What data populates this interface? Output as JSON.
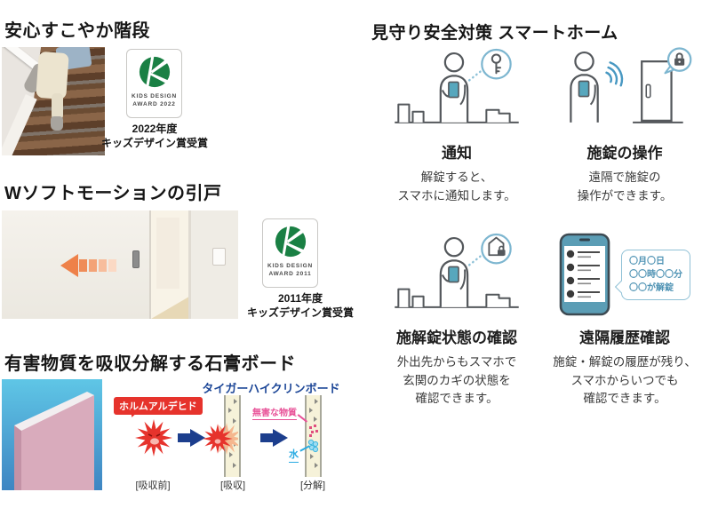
{
  "left": {
    "stairs": {
      "heading": "安心すこやか階段",
      "award_line1": "KIDS DESIGN",
      "award_line2": "AWARD 2022",
      "caption1": "2022年度",
      "caption2": "キッズデザイン賞受賞"
    },
    "door": {
      "heading": "Wソフトモーションの引戸",
      "award_line1": "KIDS DESIGN",
      "award_line2": "AWARD 2011",
      "caption1": "2011年度",
      "caption2": "キッズデザイン賞受賞"
    },
    "board": {
      "heading": "有害物質を吸収分解する石膏ボード",
      "product_label": "タイガーハイクリンボード",
      "formaldehyde_label": "ホルムアルデヒド",
      "harmless_label": "無害な物質",
      "water_label": "水",
      "caption_before": "[吸収前]",
      "caption_absorb": "[吸収]",
      "caption_decompose": "[分解]"
    }
  },
  "right": {
    "heading": "見守り安全対策 スマートホーム",
    "features": [
      {
        "title": "通知",
        "line1": "解錠すると、",
        "line2": "スマホに通知します。"
      },
      {
        "title": "施錠の操作",
        "line1": "遠隔で施錠の",
        "line2": "操作ができます。"
      },
      {
        "title": "施解錠状態の確認",
        "line1": "外出先からもスマホで",
        "line2": "玄関のカギの状態を",
        "line3": "確認できます。"
      },
      {
        "title": "遠隔履歴確認",
        "line1": "施錠・解錠の履歴が残り、",
        "line2": "スマホからいつでも",
        "line3": "確認できます。",
        "bubble1": "〇月〇日",
        "bubble2": "〇〇時〇〇分",
        "bubble3": "〇〇が解錠"
      }
    ]
  },
  "colors": {
    "accent_teal": "#57a7bd",
    "light_blue": "#7db6d0",
    "wifi_blue": "#4898c2",
    "navy_arrow": "#1c3e8d",
    "red": "#e6332c",
    "logo_green": "#1a8044",
    "product_blue": "#1c4697",
    "pink": "#e85298",
    "water_blue": "#29abe2",
    "door_arrow_orange": "#ee8149"
  }
}
